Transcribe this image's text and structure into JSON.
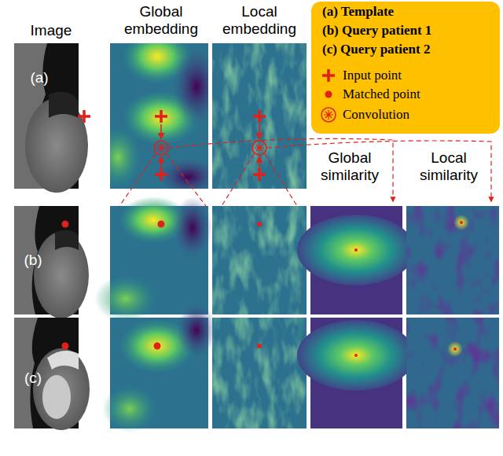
{
  "diagram": {
    "labels": [
      "Image",
      "Global embedding",
      "Local embedding",
      "(a)",
      "(b)",
      "(c)",
      "Global similarity",
      "Local similarity"
    ],
    "legend": [
      {
        "text": "(a) Template"
      },
      {
        "text": "(b) Query patient 1"
      },
      {
        "text": "(c) Query patient 2"
      },
      {
        "text": "Input point"
      },
      {
        "text": "Matched point"
      },
      {
        "text": "Convolution"
      }
    ]
  }
}
